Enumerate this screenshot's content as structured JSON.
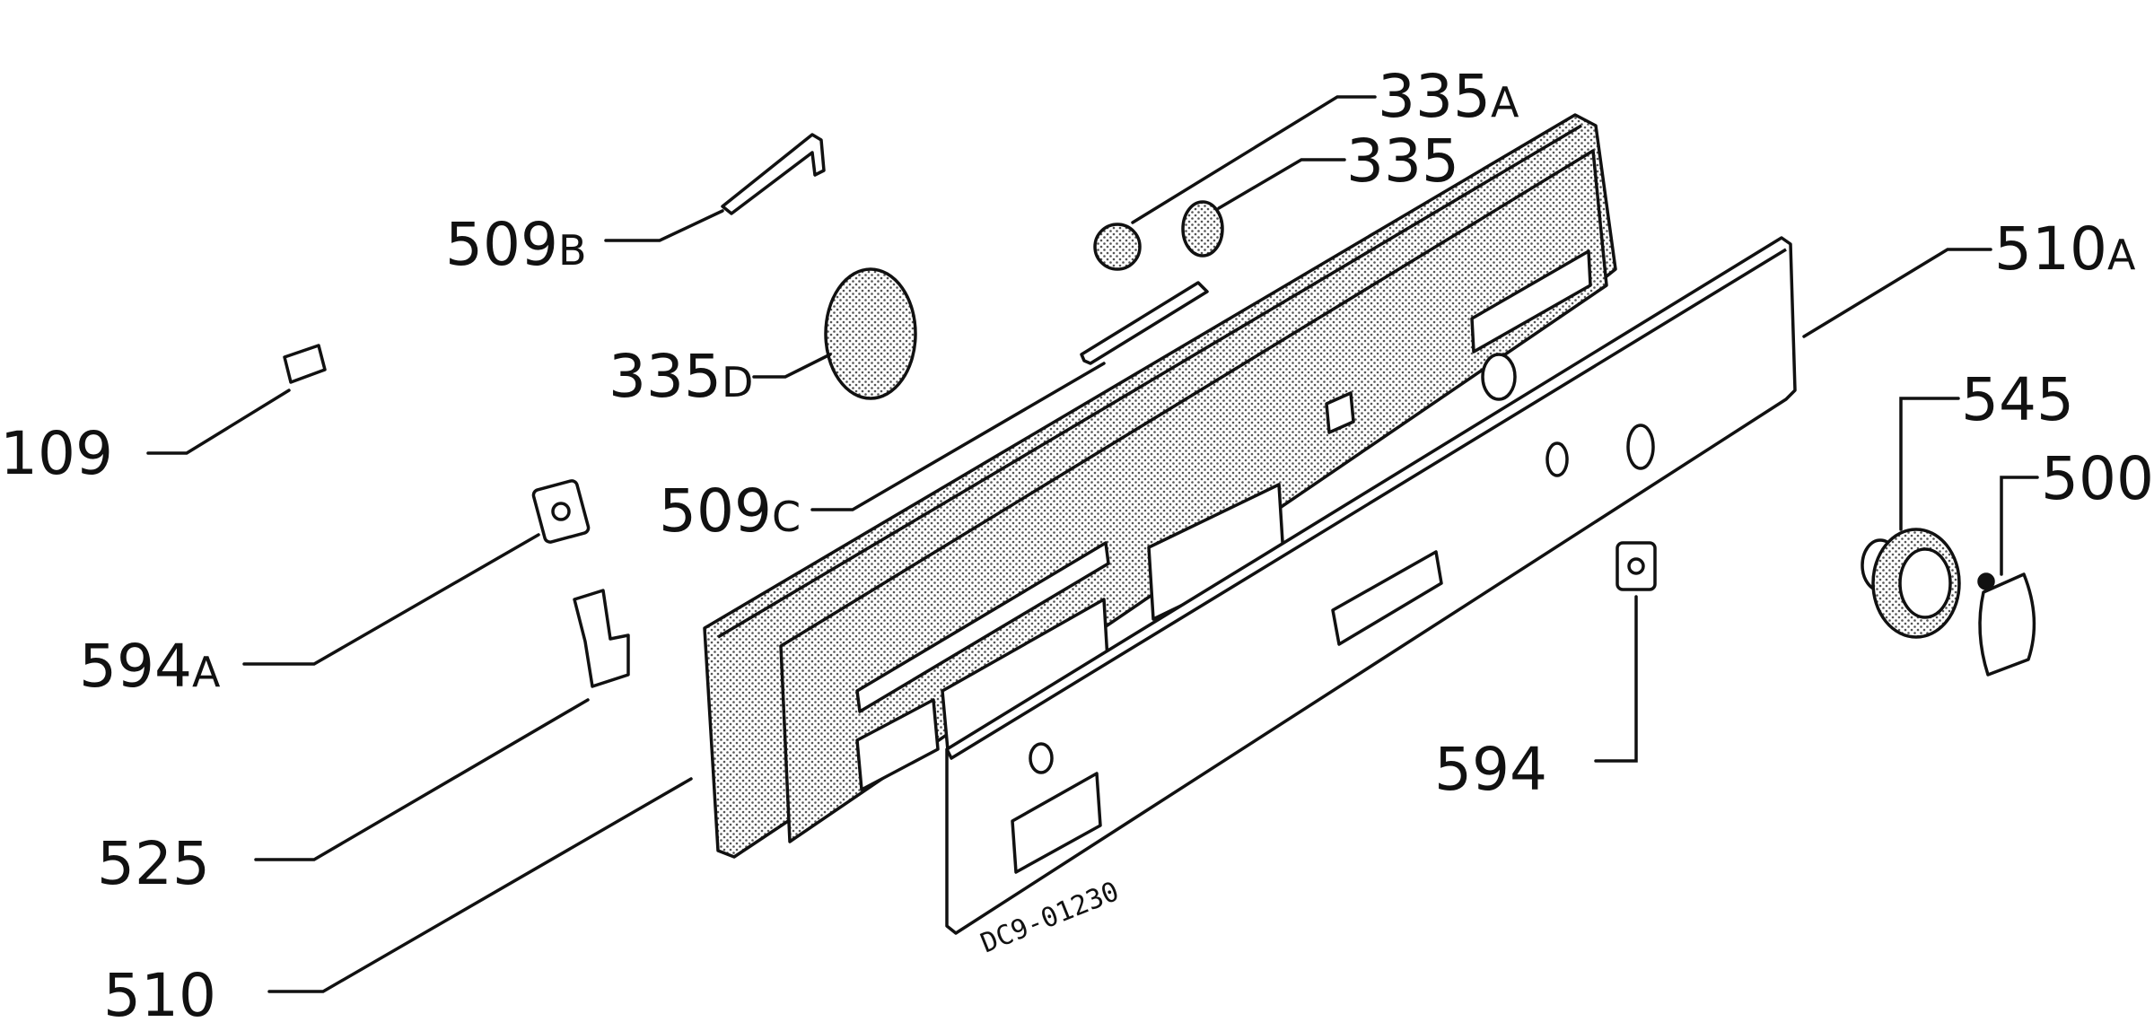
{
  "diagram": {
    "drawing_code": "DC9-01230",
    "labels": {
      "l109": {
        "num": "109",
        "sfx": ""
      },
      "l509b": {
        "num": "509",
        "sfx": "B"
      },
      "l335d": {
        "num": "335",
        "sfx": "D"
      },
      "l509c": {
        "num": "509",
        "sfx": "C"
      },
      "l594a": {
        "num": "594",
        "sfx": "A"
      },
      "l525": {
        "num": "525",
        "sfx": ""
      },
      "l510": {
        "num": "510",
        "sfx": ""
      },
      "l335a": {
        "num": "335",
        "sfx": "A"
      },
      "l335": {
        "num": "335",
        "sfx": ""
      },
      "l510a": {
        "num": "510",
        "sfx": "A"
      },
      "l545": {
        "num": "545",
        "sfx": ""
      },
      "l500": {
        "num": "500",
        "sfx": ""
      },
      "l594": {
        "num": "594",
        "sfx": ""
      }
    }
  }
}
